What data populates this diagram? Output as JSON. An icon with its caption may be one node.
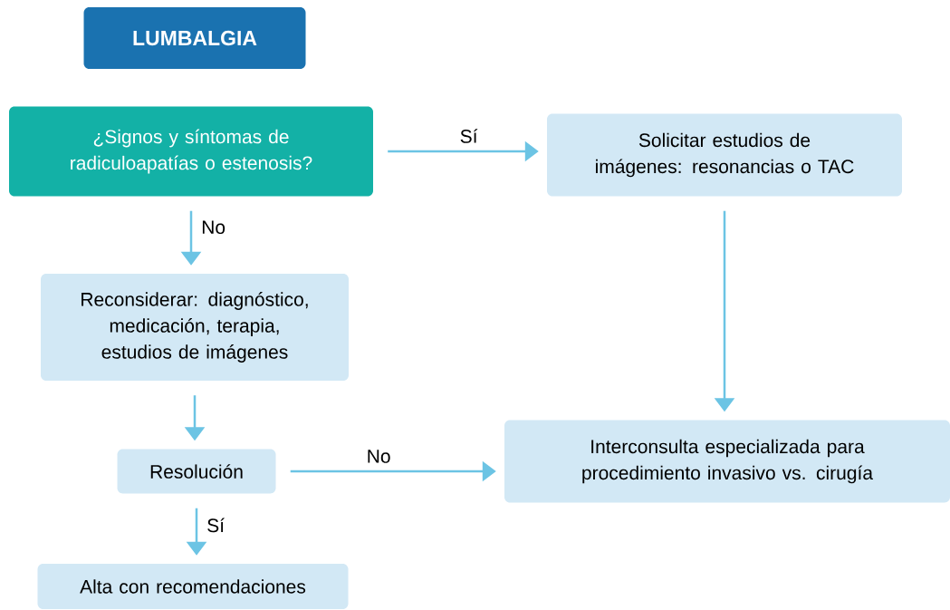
{
  "diagram": {
    "nodes": [
      {
        "text": [
          "LUMBALGIA"
        ]
      },
      {
        "text": [
          "¿Signos y síntomas de radiculoapatías o estenosis?"
        ]
      },
      {
        "text": [
          "Solicitar estudios de imágenes: resonancias o TAC"
        ]
      },
      {
        "text": [
          "Reconsiderar: diagnóstico, medicación, terapia, estudios de imágenes"
        ]
      },
      {
        "text": [
          "Resolución"
        ]
      },
      {
        "text": [
          "Interconsulta especializada para procedimiento invasivo vs. cirugía"
        ]
      },
      {
        "text": [
          "Alta con recomendaciones"
        ]
      }
    ],
    "edges": [
      {
        "from": 1,
        "to": 2,
        "arrow": "to",
        "label": "Sí"
      },
      {
        "from": 1,
        "to": 3,
        "arrow": "to",
        "label": "No"
      },
      {
        "from": 2,
        "to": 5,
        "arrow": "to"
      },
      {
        "from": 3,
        "to": 4,
        "arrow": "to"
      },
      {
        "from": 4,
        "to": 5,
        "arrow": "to",
        "label": "No"
      },
      {
        "from": 4,
        "to": 6,
        "arrow": "to",
        "label": "Sí"
      }
    ]
  }
}
